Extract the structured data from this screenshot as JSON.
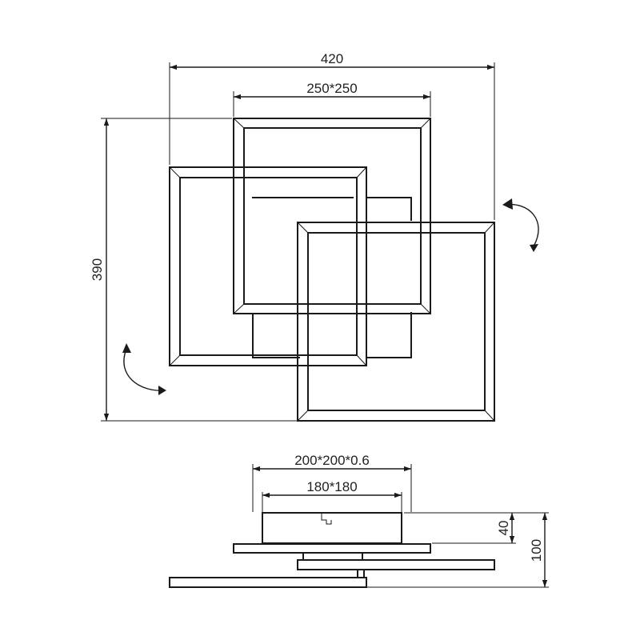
{
  "top_view": {
    "width_label": "420",
    "inner_label": "250*250",
    "height_label": "390"
  },
  "side_view": {
    "canopy_label": "200*200*0.6",
    "inner_label": "180*180",
    "canopy_height_label": "40",
    "total_height_label": "100"
  },
  "icons": [
    "rotate-arrow-icon",
    "rotate-arrow-icon"
  ]
}
